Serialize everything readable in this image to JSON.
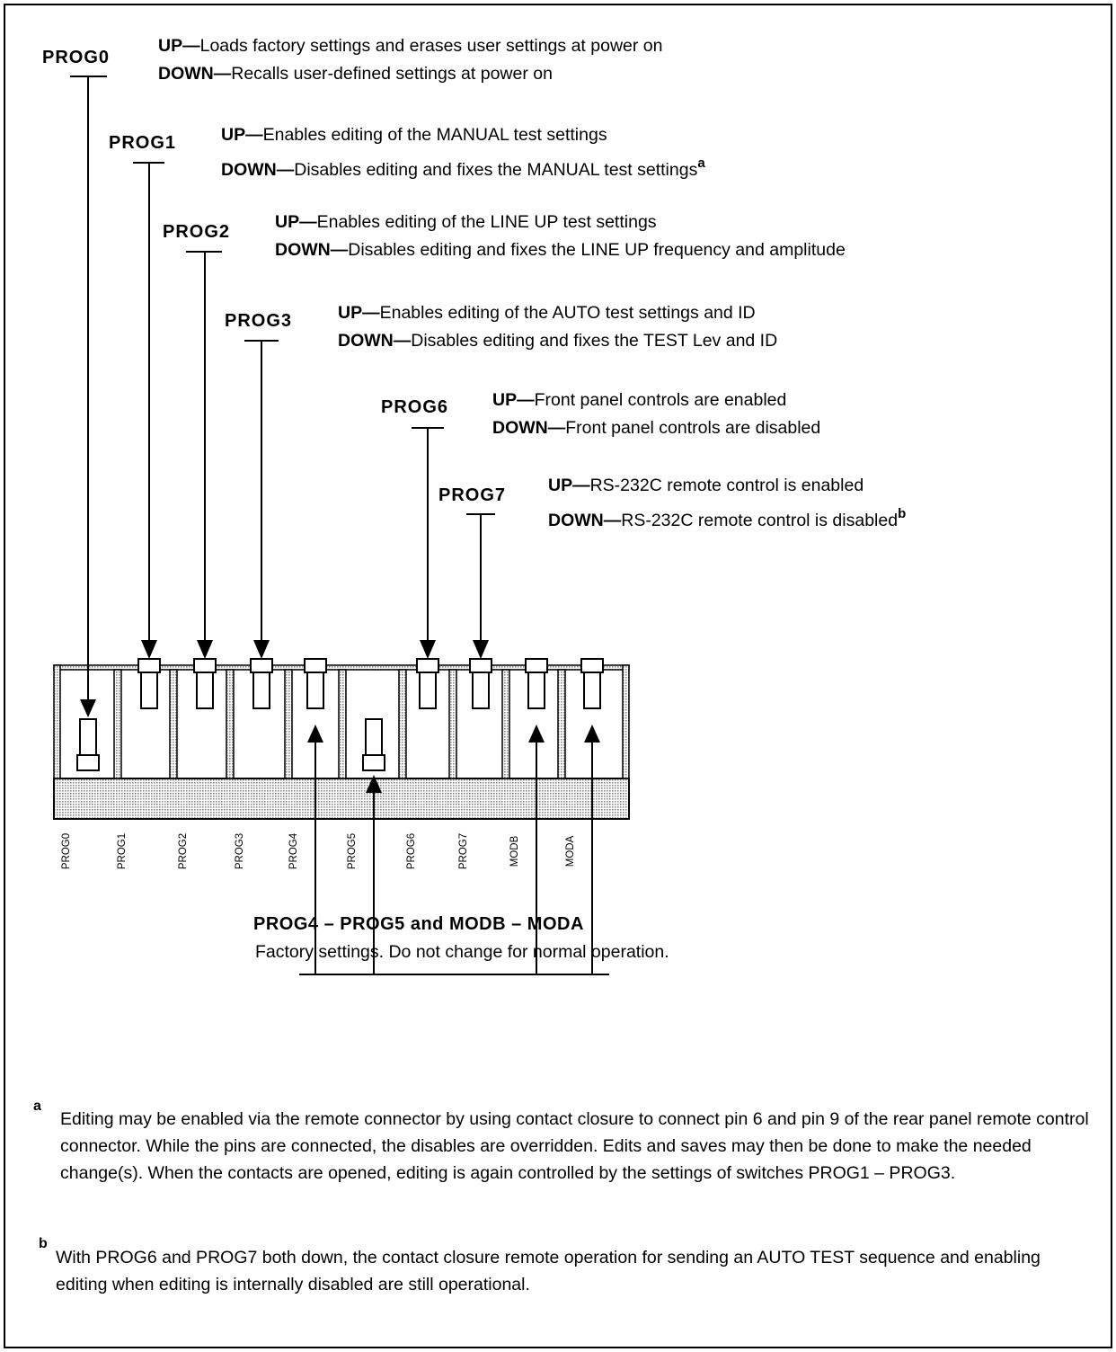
{
  "switches": [
    {
      "label": "PROG0",
      "up_key": "UP—",
      "up_text": "Loads factory settings and erases user settings at power on",
      "down_key": "DOWN—",
      "down_text": "Recalls user-defined settings at power on",
      "position": "down"
    },
    {
      "label": "PROG1",
      "up_key": "UP—",
      "up_text": "Enables editing of the MANUAL test settings",
      "down_key": "DOWN—",
      "down_text": "Disables editing and fixes the MANUAL test settings",
      "footnote": "a",
      "position": "up"
    },
    {
      "label": "PROG2",
      "up_key": "UP—",
      "up_text": "Enables editing of the LINE UP test settings",
      "down_key": "DOWN—",
      "down_text": "Disables editing and fixes the LINE UP frequency and amplitude",
      "position": "up"
    },
    {
      "label": "PROG3",
      "up_key": "UP—",
      "up_text": "Enables editing of the AUTO test settings and ID",
      "down_key": "DOWN—",
      "down_text": "Disables editing and fixes the TEST Lev and ID",
      "position": "up"
    },
    {
      "label": "PROG6",
      "up_key": "UP—",
      "up_text": "Front panel controls are enabled",
      "down_key": "DOWN—",
      "down_text": "Front panel controls are disabled",
      "position": "up"
    },
    {
      "label": "PROG7",
      "up_key": "UP—",
      "up_text": "RS-232C remote control is enabled",
      "down_key": "DOWN—",
      "down_text": "RS-232C remote control is disabled",
      "footnote": "b",
      "position": "up"
    }
  ],
  "block_labels": [
    "PROG0",
    "PROG1",
    "PROG2",
    "PROG3",
    "PROG4",
    "PROG5",
    "PROG6",
    "PROG7",
    "MODB",
    "MODA"
  ],
  "factory": {
    "title": "PROG4 – PROG5 and MODB – MODA",
    "text": "Factory settings. Do not change for normal operation."
  },
  "footnotes": [
    {
      "mark": "a",
      "text": "Editing may be enabled via the remote connector by using contact closure to connect pin 6 and pin 9 of the rear panel remote control connector. While the pins are connected, the disables are overridden. Edits and saves may then be done to make the needed change(s). When the contacts are opened, editing is again controlled by the settings of switches PROG1 – PROG3."
    },
    {
      "mark": "b",
      "text": "With PROG6 and PROG7 both down, the contact closure remote operation for sending an AUTO TEST sequence and enabling editing when editing is internally disabled are still operational."
    }
  ],
  "colors": {
    "ink": "#000000",
    "stipple": "#9a9a9a",
    "paper": "#ffffff"
  }
}
